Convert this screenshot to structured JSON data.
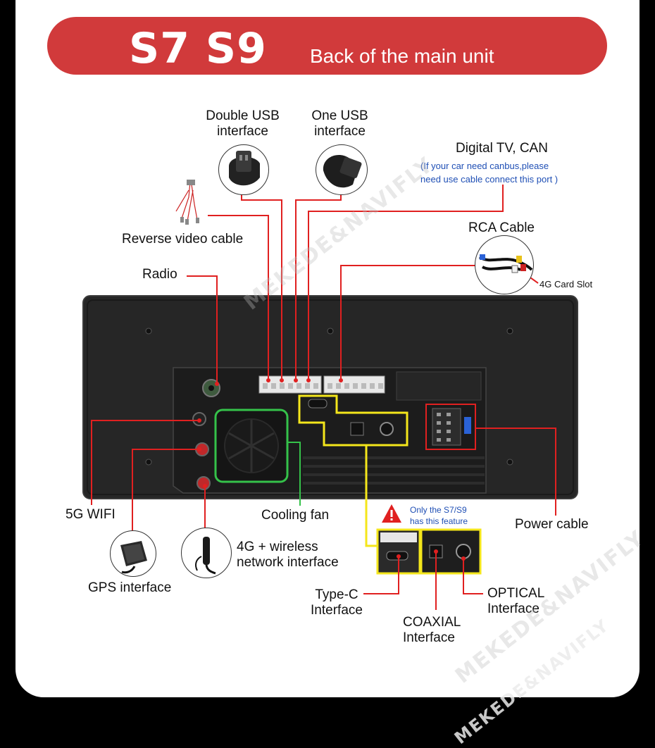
{
  "banner": {
    "model": "S7 S9",
    "subtitle": "Back of the main unit"
  },
  "labels": {
    "double_usb": [
      "Double USB",
      "interface"
    ],
    "one_usb": [
      "One USB",
      "interface"
    ],
    "digital_tv": "Digital TV, CAN",
    "canbus_note": [
      "(If your car need canbus,please",
      "need use cable connect this port )"
    ],
    "reverse_video": "Reverse video cable",
    "rca": "RCA Cable",
    "card_slot": "4G Card Slot",
    "radio": "Radio",
    "wifi": "5G WIFI",
    "cooling_fan": "Cooling fan",
    "gps": "GPS interface",
    "network": [
      "4G + wireless",
      "network interface"
    ],
    "only_note": [
      "Only the S7/S9",
      "has this feature"
    ],
    "power": "Power cable",
    "typec": [
      "Type-C",
      "Interface"
    ],
    "coaxial": [
      "COAXIAL",
      "Interface"
    ],
    "optical": [
      "OPTICAL",
      "Interface"
    ]
  },
  "watermark": "MEKEDE&NAVIFLY",
  "colors": {
    "banner": "#d13a3b",
    "leader_line": "#e02020",
    "fan_highlight": "#35c24a",
    "feature_highlight": "#f4e61b",
    "note_text": "#1f4fb5",
    "warning": "#e02020"
  },
  "icons": [
    "double-usb-connector-icon",
    "usb-connector-icon",
    "rca-cable-icon",
    "gps-antenna-icon",
    "4g-antenna-icon",
    "warning-icon"
  ]
}
